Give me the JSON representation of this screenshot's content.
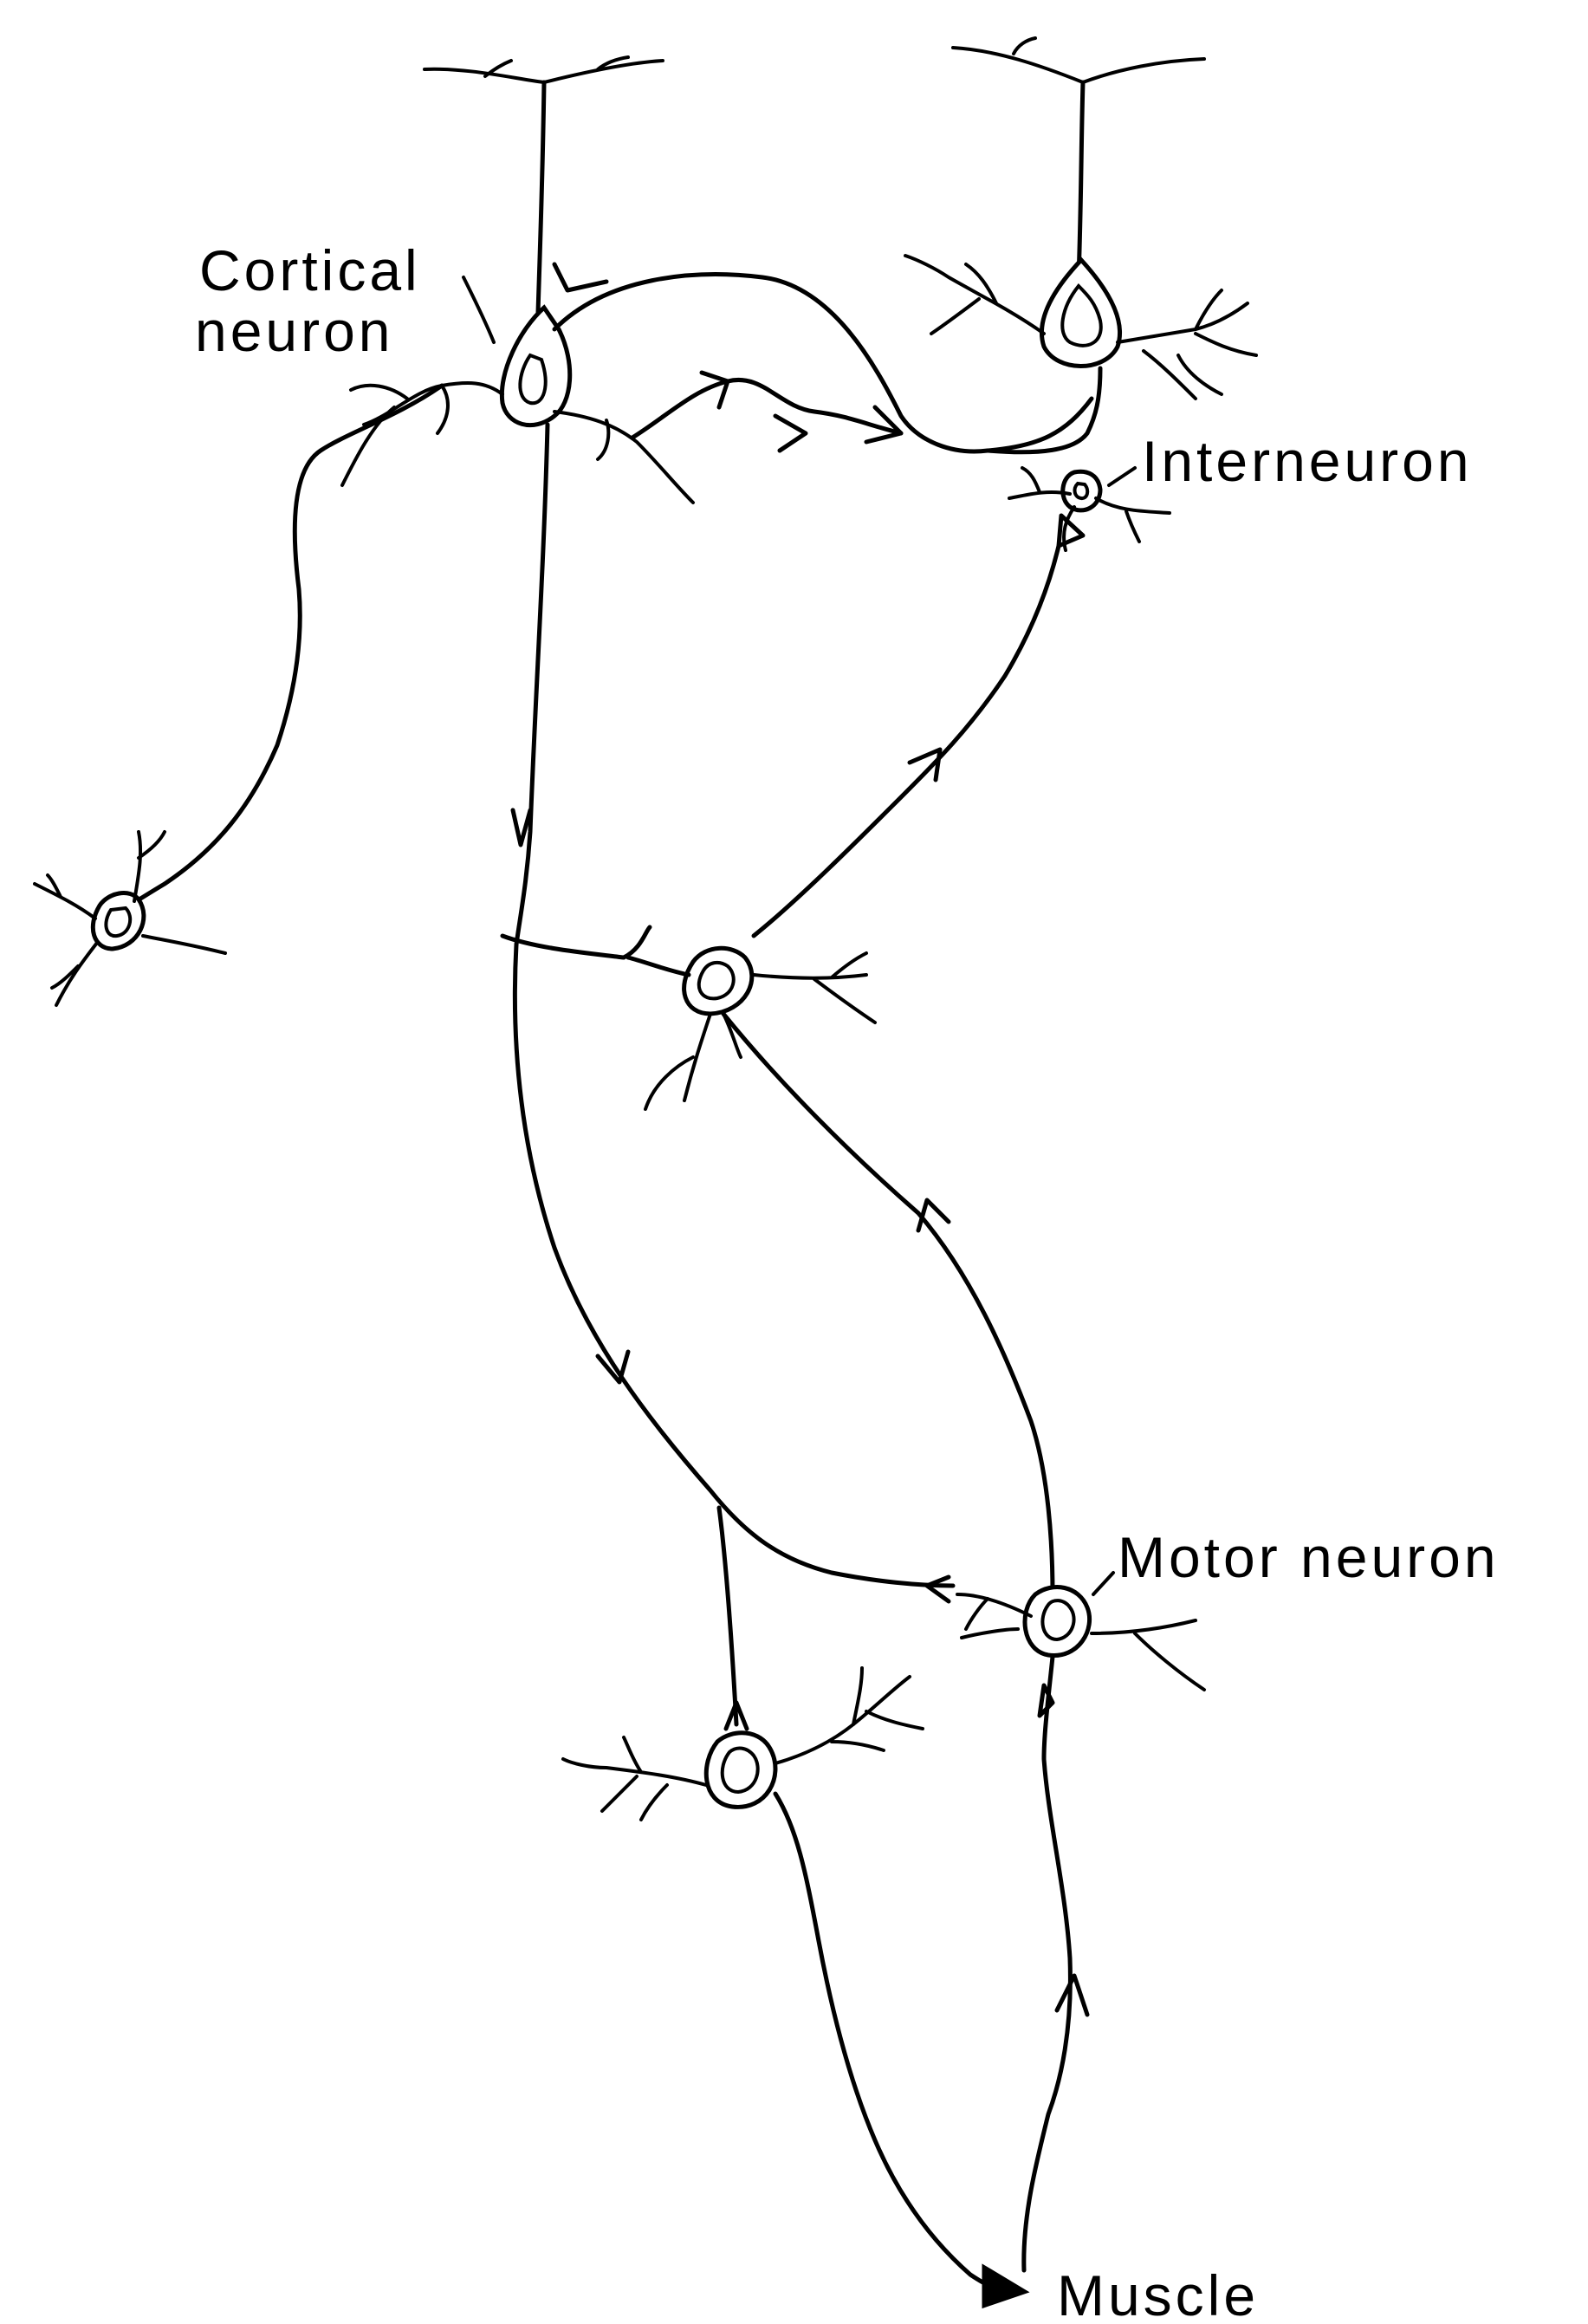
{
  "labels": {
    "cortical_line1": "Cortical",
    "cortical_line2": "neuron",
    "interneuron": "Interneuron",
    "motor_neuron": "Motor neuron",
    "muscle": "Muscle"
  },
  "colors": {
    "ink": "#000000",
    "background": "#ffffff"
  }
}
